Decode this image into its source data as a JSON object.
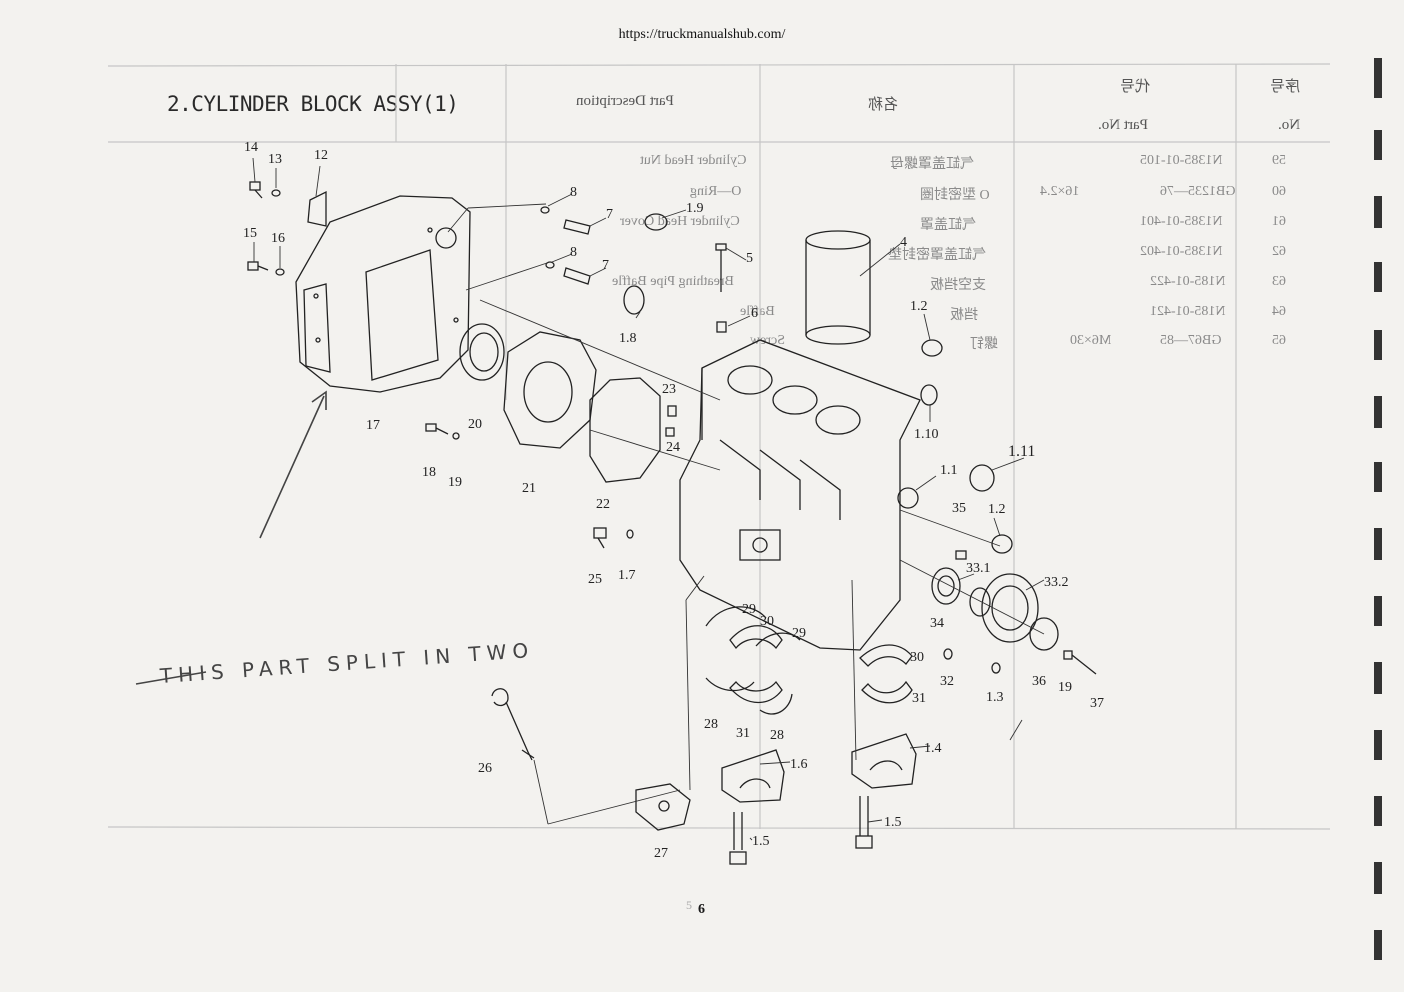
{
  "header": {
    "url": "https://truckmanualshub.com/",
    "title": "2.CYLINDER BLOCK ASSY(1)"
  },
  "table": {
    "headers": {
      "no_cn": "序号",
      "no_en": "No.",
      "code_cn": "代号",
      "partno_en": "Part No.",
      "name_cn": "名称",
      "desc_en": "Part Description"
    },
    "rows": [
      {
        "no": "59",
        "part_no": "N1385-01-105",
        "name": "气缸盖罩螺母",
        "desc": "Cylinder Head Nut"
      },
      {
        "no": "60",
        "part_no": "GB1235—76",
        "spec": "16×2.4",
        "name": "O 型密封圈",
        "desc": "O—Ring"
      },
      {
        "no": "61",
        "part_no": "N1385-01-401",
        "name": "气缸盖罩",
        "desc": "Cylinder Head Cover"
      },
      {
        "no": "62",
        "part_no": "N1385-01-402",
        "name": "气缸盖罩密封垫"
      },
      {
        "no": "63",
        "part_no": "N185-01-422",
        "name": "支空挡板",
        "desc": "Breathing Pipe Baffle"
      },
      {
        "no": "64",
        "part_no": "N185-01-421",
        "name": "挡板",
        "desc": "Baffle"
      },
      {
        "no": "65",
        "part_no": "GB67—85",
        "spec": "M6×30",
        "name": "螺钉",
        "desc": "Screw"
      }
    ]
  },
  "callouts": [
    "14",
    "13",
    "12",
    "15",
    "16",
    "8",
    "7",
    "8",
    "7",
    "1.9",
    "5",
    "4",
    "6",
    "1.8",
    "1.2",
    "23",
    "24",
    "1.10",
    "1.11",
    "1.1",
    "35",
    "1.2",
    "17",
    "20",
    "21",
    "22",
    "18",
    "19",
    "25",
    "1.7",
    "33.1",
    "33.2",
    "34",
    "36",
    "19",
    "37",
    "29",
    "30",
    "29",
    "30",
    "32",
    "1.3",
    "31",
    "28",
    "31",
    "28",
    "1.4",
    "1.6",
    "26",
    "27",
    "1.5",
    "1.5"
  ],
  "handwriting": "THIS PART SPLIT IN TWO",
  "page_number": "6"
}
